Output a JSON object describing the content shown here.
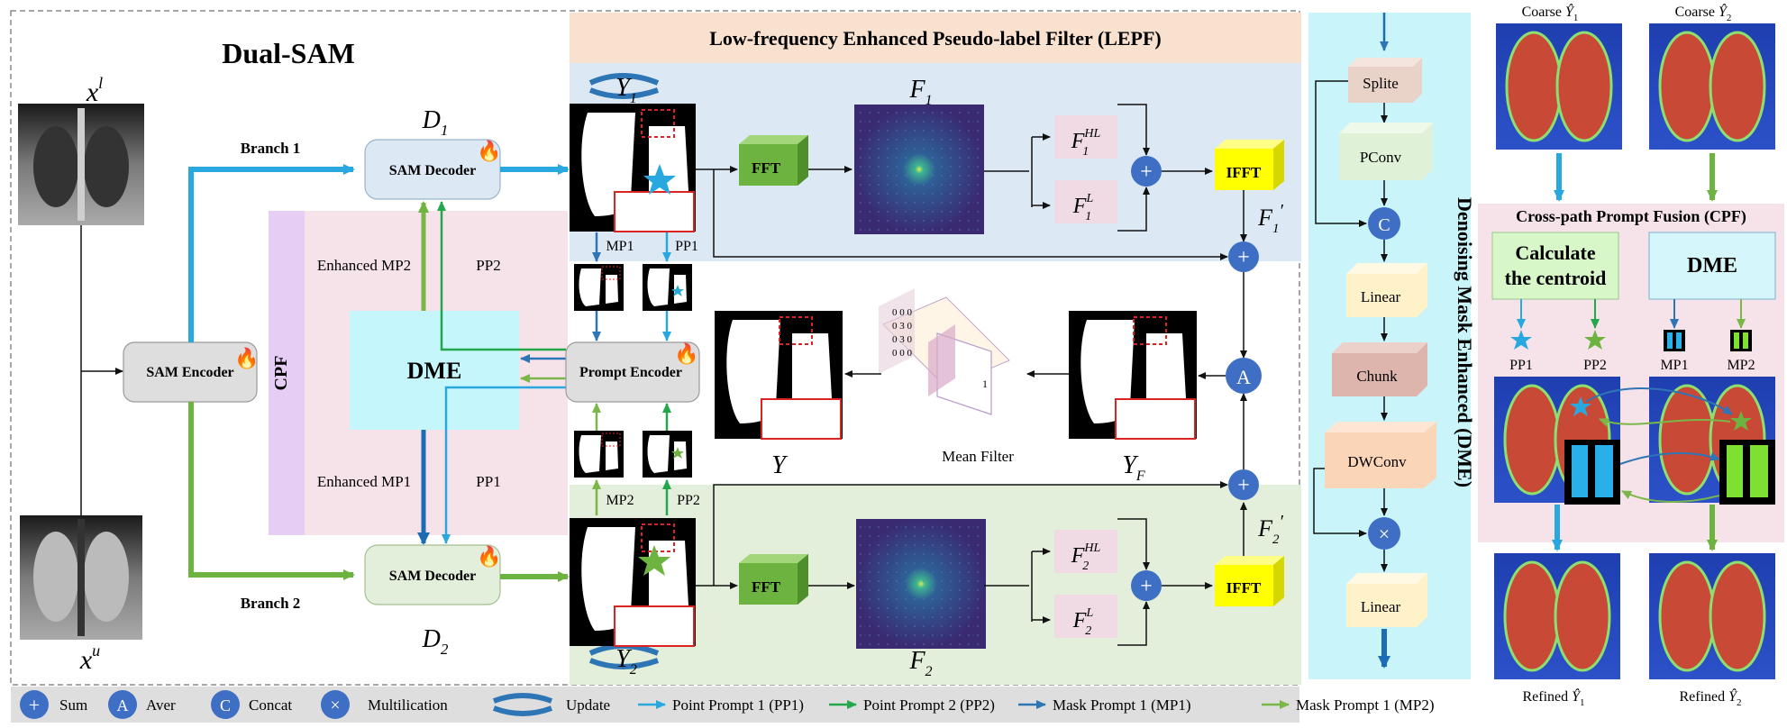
{
  "title": "Dual-SAM",
  "lepf_title": "Low-frequency Enhanced Pseudo-label Filter (LEPF)",
  "dme_title": "Denoising Mask Enhanced (DME)",
  "cpf_title": "Cross-path Prompt Fusion (CPF)",
  "inputs": {
    "labeled": "x",
    "labeled_sup": "l",
    "unlabeled": "x",
    "unlabeled_sup": "u"
  },
  "encoder": {
    "sam_encoder": "SAM Encoder",
    "prompt_encoder": "Prompt Encoder"
  },
  "decoders": {
    "d1_label": "D",
    "d1_sub": "1",
    "d1_box": "SAM Decoder",
    "d2_label": "D",
    "d2_sub": "2",
    "d2_box": "SAM Decoder"
  },
  "branches": {
    "b1": "Branch 1",
    "b2": "Branch 2"
  },
  "cpf_block": {
    "cpf": "CPF",
    "dme": "DME",
    "emp2": "Enhanced MP2",
    "emp1": "Enhanced MP1",
    "pp2": "PP2",
    "pp1": "PP1"
  },
  "prompts": {
    "mp1": "MP1",
    "pp1": "PP1",
    "mp2": "MP2",
    "pp2": "PP2"
  },
  "lepf": {
    "fft": "FFT",
    "ifft": "IFFT",
    "f1": "F",
    "f1_sub": "1",
    "f2": "F",
    "f2_sub": "2",
    "f1hl": "F",
    "f1hl_sup": "HL",
    "f1hl_sub": "1",
    "f1l": "F",
    "f1l_sup": "L",
    "f1l_sub": "1",
    "f2hl": "F",
    "f2hl_sup": "HL",
    "f2hl_sub": "2",
    "f2l": "F",
    "f2l_sup": "L",
    "f2l_sub": "2",
    "f1p": "F",
    "f1p_sub": "1",
    "f2p": "F",
    "f2p_sub": "2",
    "y1": "Y",
    "y1_sub": "1",
    "y2": "Y",
    "y2_sub": "2",
    "yhat": "Y",
    "yf": "Y",
    "yf_sub": "F",
    "mean_filter": "Mean Filter",
    "aver": "A"
  },
  "dme_block": {
    "splite": "Splite",
    "pconv": "PConv",
    "concat": "C",
    "linear1": "Linear",
    "chunk": "Chunk",
    "dwconv": "DWConv",
    "mult": "×",
    "linear2": "Linear"
  },
  "right_panel": {
    "coarse1": "Coarse",
    "coarse1_sub": "1",
    "coarse2": "Coarse",
    "coarse2_sub": "2",
    "calc": [
      "Calculate",
      "the centroid"
    ],
    "dme": "DME",
    "pp1": "PP1",
    "pp2": "PP2",
    "mp1": "MP1",
    "mp2": "MP2",
    "refined1": "Refined",
    "refined1_sub": "1",
    "refined2": "Refined",
    "refined2_sub": "2"
  },
  "legend": {
    "sum": "Sum",
    "sum_sym": "+",
    "aver": "Aver",
    "aver_sym": "A",
    "concat": "Concat",
    "concat_sym": "C",
    "mult": "Multilication",
    "mult_sym": "×",
    "update": "Update",
    "pp1": "Point Prompt 1 (PP1)",
    "pp2": "Point Prompt 2 (PP2)",
    "mp1": "Mask Prompt 1 (MP1)",
    "mp2": "Mask Prompt 1 (MP2)"
  },
  "colors": {
    "branch1": "#29a8e0",
    "branch2": "#6db33f",
    "mp1": "#2e75b6",
    "pp2": "#22a84a",
    "op_circle": "#3f6fc4",
    "lepf_header": "#f8e1cf",
    "lepf_top": "#dce9f5",
    "lepf_bottom": "#e3eedb",
    "cpf_pink": "#f6e3ea",
    "cpf_purple": "#e5cdf3",
    "dme_cyan": "#c5f6fb",
    "dme_panel": "#c8f4fa"
  }
}
